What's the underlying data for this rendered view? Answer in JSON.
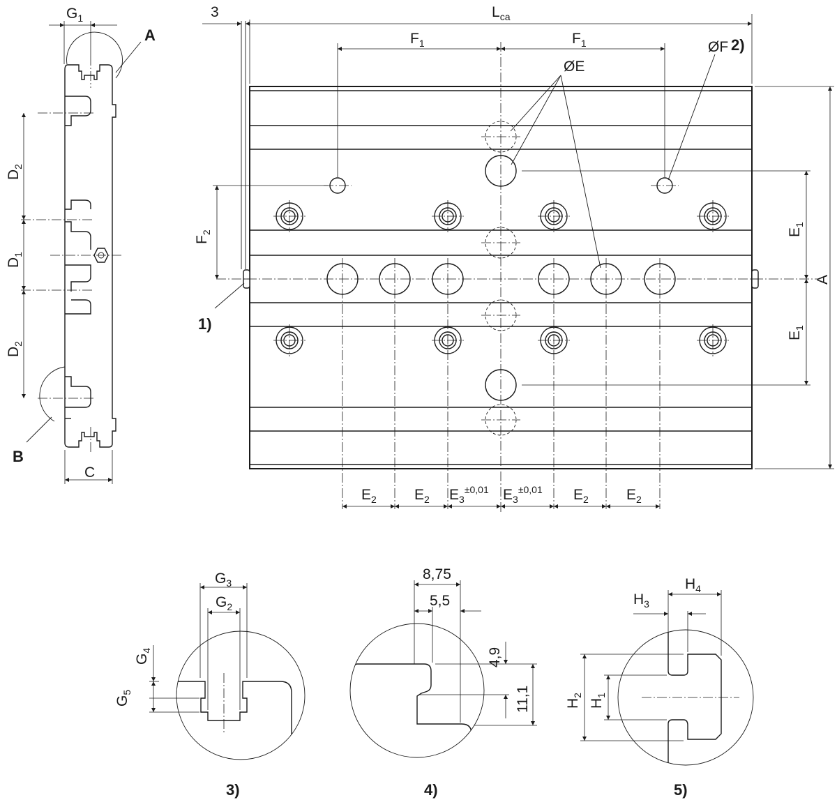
{
  "labels": {
    "g1": "G",
    "g1_sub": "1",
    "a": "A",
    "b": "B",
    "d2_top": "D",
    "d2_top_sub": "2",
    "d1": "D",
    "d1_sub": "1",
    "d2_bot": "D",
    "d2_bot_sub": "2",
    "c": "C",
    "three": "3",
    "lca": "L",
    "lca_sub": "ca",
    "f1_left": "F",
    "f1_left_sub": "1",
    "f1_right": "F",
    "f1_right_sub": "1",
    "ode": "ØE",
    "odf": "ØF",
    "note2": "2)",
    "f2": "F",
    "f2_sub": "2",
    "note1": "1)",
    "e1_top": "E",
    "e1_top_sub": "1",
    "e1_bot": "E",
    "e1_bot_sub": "1",
    "a_right": "A",
    "e2_1": "E",
    "e2_1_sub": "2",
    "e2_2": "E",
    "e2_2_sub": "2",
    "e3_1": "E",
    "e3_1_sub": "3",
    "e3_1_tol": "±0,01",
    "e3_2": "E",
    "e3_2_sub": "3",
    "e3_2_tol": "±0,01",
    "e2_3": "E",
    "e2_3_sub": "2",
    "e2_4": "E",
    "e2_4_sub": "2",
    "g3": "G",
    "g3_sub": "3",
    "g2": "G",
    "g2_sub": "2",
    "g4": "G",
    "g4_sub": "4",
    "g5": "G",
    "g5_sub": "5",
    "d875": "8,75",
    "d55": "5,5",
    "d49": "4,9",
    "d111": "11,1",
    "h4": "H",
    "h4_sub": "4",
    "h3": "H",
    "h3_sub": "3",
    "h2": "H",
    "h2_sub": "2",
    "h1": "H",
    "h1_sub": "1",
    "detail3": "3)",
    "detail4": "4)",
    "detail5": "5)"
  },
  "colors": {
    "line": "#1a1a1a",
    "background": "#ffffff"
  }
}
